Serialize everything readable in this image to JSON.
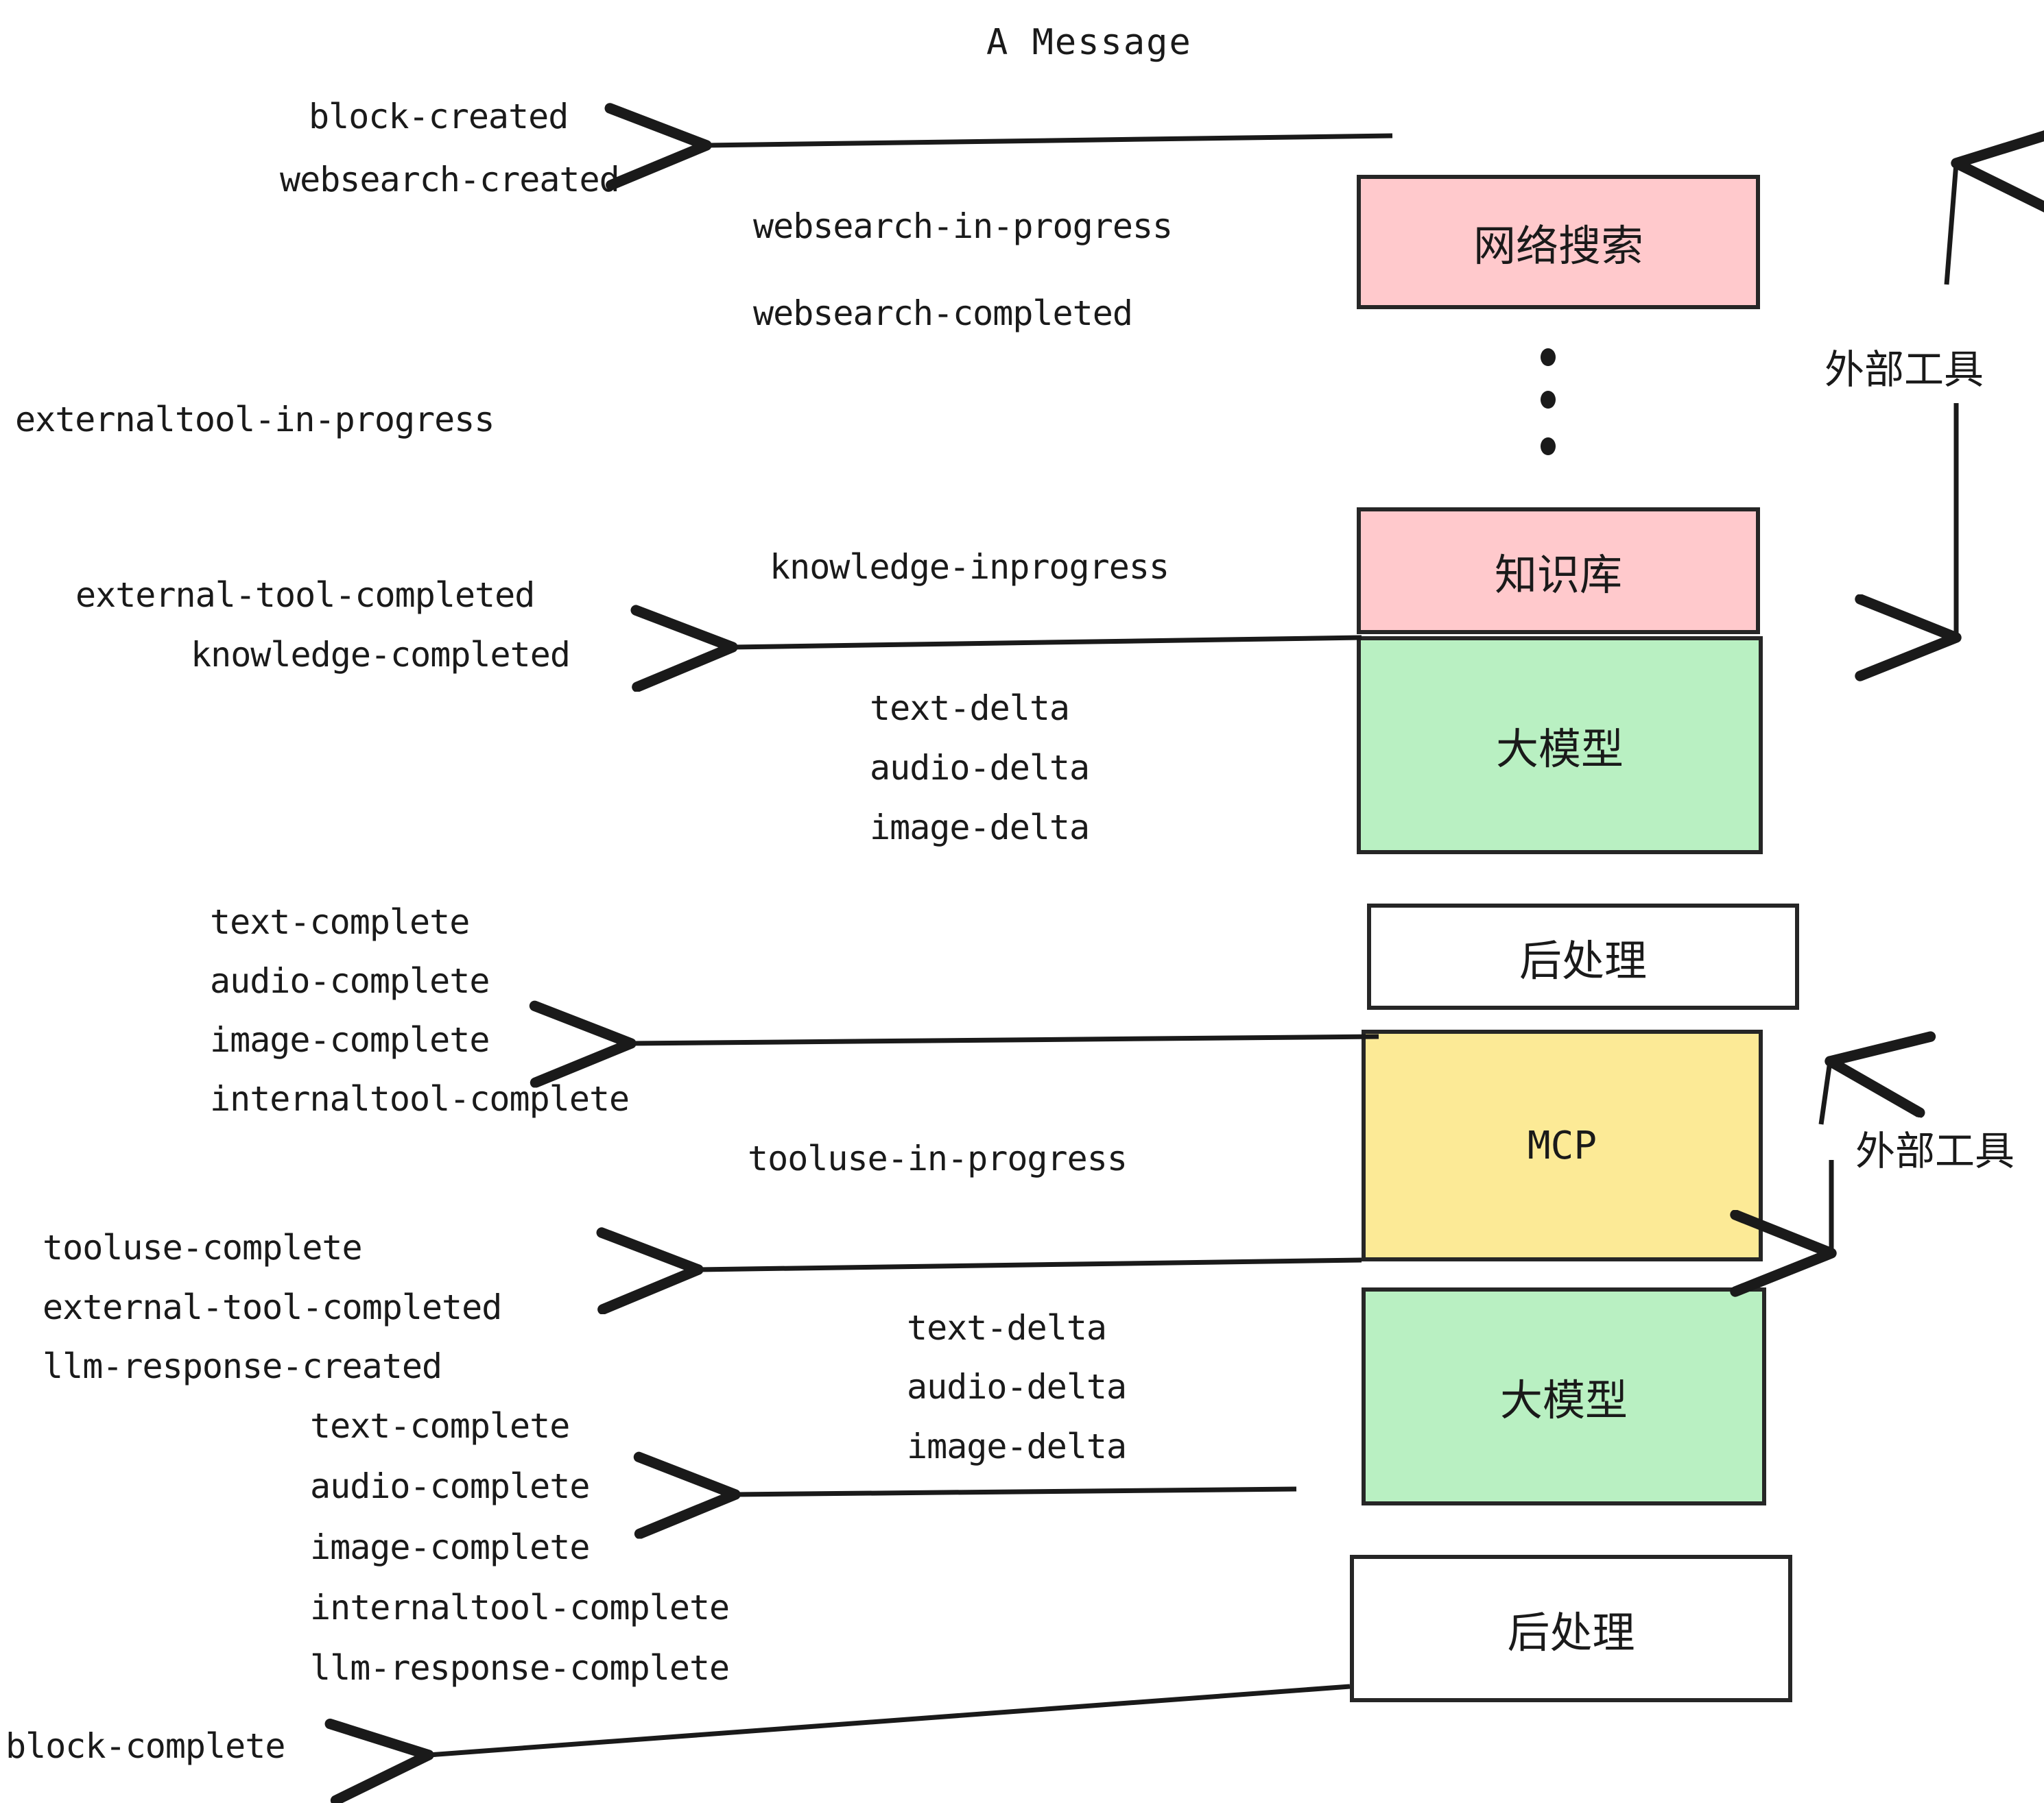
{
  "title": "A Message",
  "colors": {
    "pink": "#FFC9CC",
    "green": "#B9F0C2",
    "yellow": "#FCEA96",
    "white": "#FFFFFF",
    "stroke": "#262626",
    "text": "#1A1A1A"
  },
  "nodes": [
    {
      "id": "websearch",
      "label": "网络搜索",
      "fill": "#FFC9CC"
    },
    {
      "id": "knowledge",
      "label": "知识库",
      "fill": "#FFC9CC"
    },
    {
      "id": "llm-top",
      "label": "大模型",
      "fill": "#B9F0C2"
    },
    {
      "id": "postprocess-top",
      "label": "后处理",
      "fill": "#FFFFFF"
    },
    {
      "id": "mcp",
      "label": "MCP",
      "fill": "#FCEA96"
    },
    {
      "id": "llm-bottom",
      "label": "大模型",
      "fill": "#B9F0C2"
    },
    {
      "id": "postprocess-bottom",
      "label": "后处理",
      "fill": "#FFFFFF"
    }
  ],
  "side_labels": [
    {
      "id": "external-tool-top",
      "label": "外部工具"
    },
    {
      "id": "external-tool-bottom",
      "label": "外部工具"
    }
  ],
  "events": {
    "block_created": "block-created",
    "websearch_created": "websearch-created",
    "websearch_in_progress": "websearch-in-progress",
    "websearch_completed": "websearch-completed",
    "externaltool_in_progress": "externaltool-in-progress",
    "knowledge_inprogress": "knowledge-inprogress",
    "external_tool_completed_1": "external-tool-completed",
    "knowledge_completed": "knowledge-completed",
    "text_delta_1": "text-delta",
    "audio_delta_1": "audio-delta",
    "image_delta_1": "image-delta",
    "text_complete_1": "text-complete",
    "audio_complete_1": "audio-complete",
    "image_complete_1": "image-complete",
    "internaltool_complete_1": "internaltool-complete",
    "tooluse_in_progress": "tooluse-in-progress",
    "tooluse_complete": "tooluse-complete",
    "external_tool_completed_2": "external-tool-completed",
    "llm_response_created": "llm-response-created",
    "text_delta_2": "text-delta",
    "audio_delta_2": "audio-delta",
    "image_delta_2": "image-delta",
    "text_complete_2": "text-complete",
    "audio_complete_2": "audio-complete",
    "image_complete_2": "image-complete",
    "internaltool_complete_2": "internaltool-complete",
    "llm_response_complete": "llm-response-complete",
    "block_complete": "block-complete"
  }
}
